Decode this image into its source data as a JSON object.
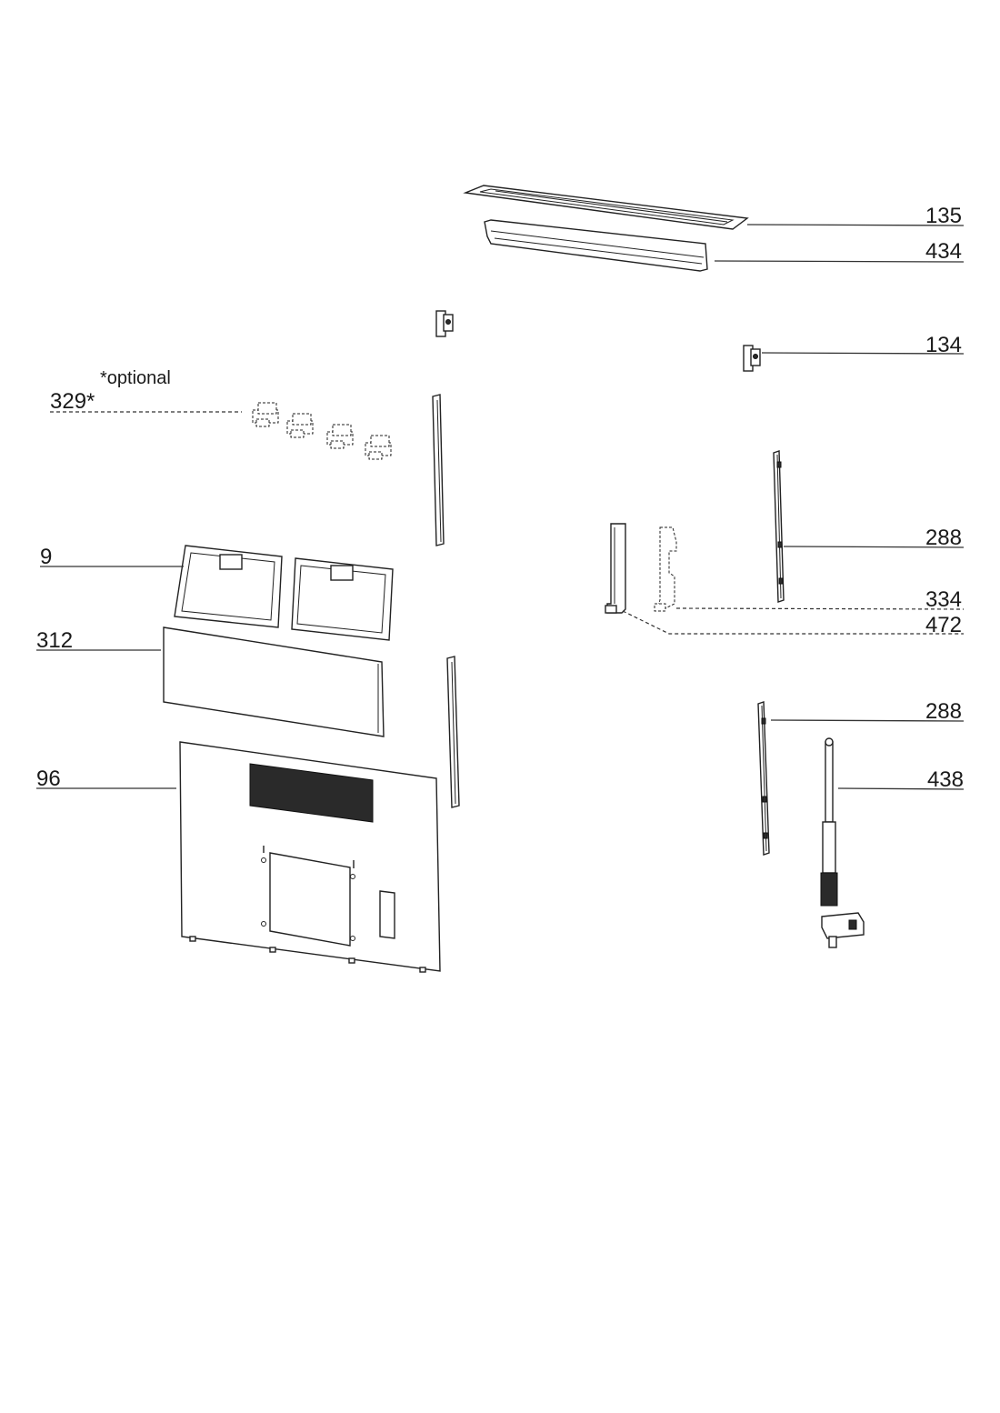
{
  "diagram": {
    "note": "*optional",
    "labels": {
      "p135": "135",
      "p434": "434",
      "p134": "134",
      "p329": "329*",
      "p288a": "288",
      "p9": "9",
      "p334": "334",
      "p472": "472",
      "p312": "312",
      "p288b": "288",
      "p96": "96",
      "p438": "438"
    }
  }
}
